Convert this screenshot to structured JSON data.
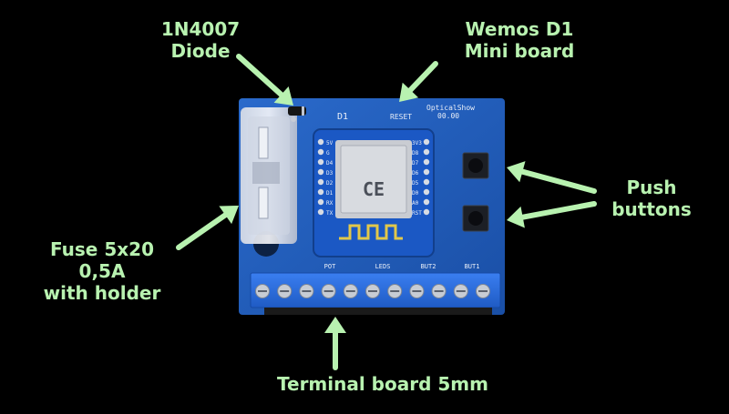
{
  "labels": {
    "diode": "1N4007\nDiode",
    "wemos": "Wemos D1\nMini board",
    "push": "Push\nbuttons",
    "fuse": "Fuse 5x20\n0,5A\nwith holder",
    "terminal": "Terminal board 5mm"
  },
  "pcb": {
    "brand_line1": "OpticalShow",
    "brand_line2": "00.00",
    "reset": "RESET",
    "d1": "D1",
    "terminal_labels": [
      "POT",
      "LEDS",
      "BUT2",
      "BUT1"
    ],
    "pin_left": [
      "5V",
      "G",
      "D4",
      "D3",
      "D2",
      "D1",
      "RX",
      "TX"
    ],
    "pin_right": [
      "3V3",
      "D8",
      "D7",
      "D6",
      "D5",
      "D0",
      "A0",
      "RST"
    ]
  },
  "colors": {
    "background": "#000000",
    "label_text": "#b8f2b0",
    "arrow": "#b8f2b0",
    "pcb_blue": "#1f5fc0",
    "terminal_blue": "#2a6fe0"
  }
}
